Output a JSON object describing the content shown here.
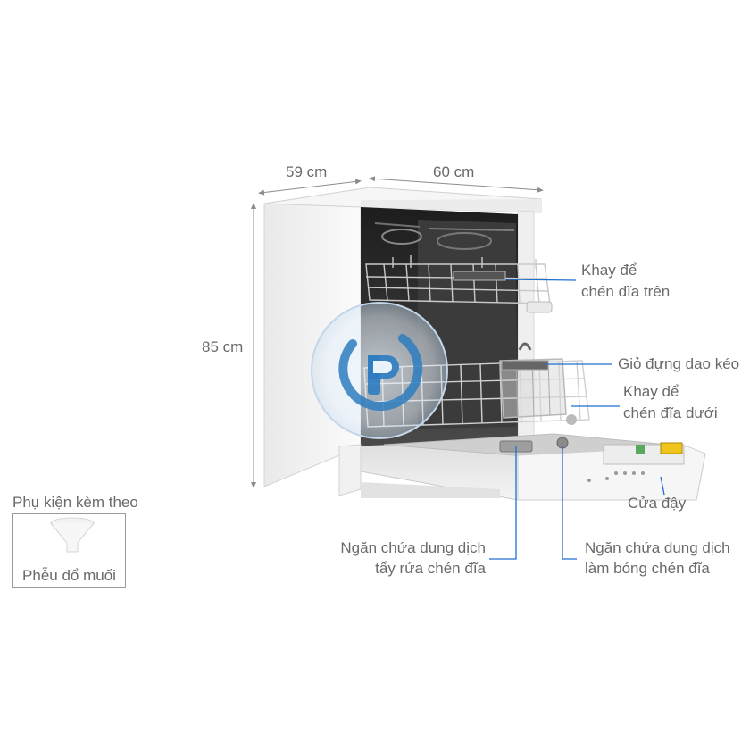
{
  "dimensions": {
    "depth": "59 cm",
    "width": "60 cm",
    "height": "85 cm"
  },
  "labels": {
    "upper_rack_line1": "Khay để",
    "upper_rack_line2": "chén đĩa trên",
    "cutlery_basket": "Giỏ đựng dao kéo",
    "lower_rack_line1": "Khay để",
    "lower_rack_line2": "chén đĩa dưới",
    "door": "Cửa đậy",
    "detergent_line1": "Ngăn chứa dung dịch",
    "detergent_line2": "tẩy rửa chén đĩa",
    "rinse_aid_line1": "Ngăn chứa dung dịch",
    "rinse_aid_line2": "làm bóng chén đĩa"
  },
  "accessory": {
    "title": "Phụ kiện kèm theo",
    "item": "Phễu đổ muối"
  },
  "colors": {
    "label_text": "#6a6a6a",
    "leader_line": "#1f6fd1",
    "dimension_line": "#8c8c8c",
    "body_white": "#f7f7f7",
    "interior_dark": "#2b2b2b"
  }
}
